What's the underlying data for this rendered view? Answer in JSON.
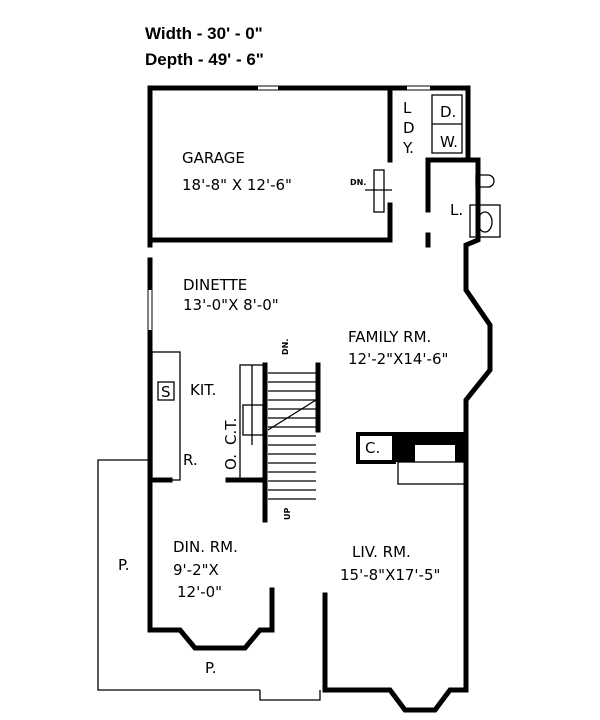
{
  "dimensions": {
    "width": "Width - 30' - 0\"",
    "depth": "Depth - 49' - 6\""
  },
  "rooms": {
    "garage": {
      "name": "GARAGE",
      "size": "18'-8\" X 12'-6\""
    },
    "laundry": {
      "l": "L",
      "d": "D",
      "y": "Y."
    },
    "dryer": "D.",
    "washer": "W.",
    "lavatory": "L.",
    "dinette": {
      "name": "DINETTE",
      "size": "13'-0\"X 8'-0\""
    },
    "family": {
      "name": "FAMILY RM.",
      "size": "12'-2\"X14'-6\""
    },
    "kitchen": {
      "name": "KIT.",
      "sink": "S",
      "fridge": "R."
    },
    "oven": "O.",
    "counter": "C.T.",
    "closet": "C.",
    "dining": {
      "name": "DIN. RM.",
      "size1": "9'-2\"X",
      "size2": "12'-0\""
    },
    "living": {
      "name": "LIV. RM.",
      "size": "15'-8\"X17'-5\""
    },
    "porch_side": "P.",
    "porch_front": "P.",
    "stairs_down": "DN.",
    "stairs_up": "UP",
    "garage_down": "DN."
  }
}
